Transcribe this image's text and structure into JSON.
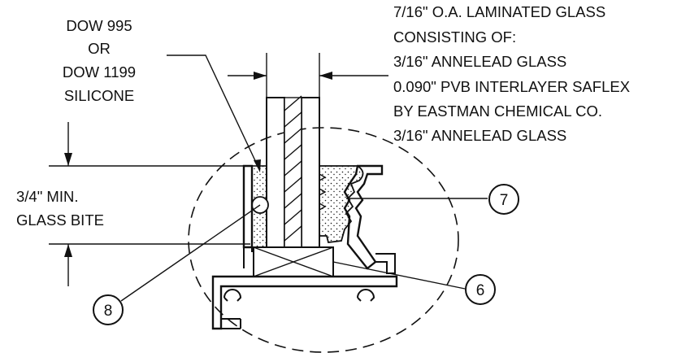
{
  "notes": {
    "sealant": [
      "DOW 995",
      "OR",
      "DOW 1199",
      "SILICONE"
    ],
    "glass_spec": [
      "7/16\" O.A. LAMINATED GLASS",
      "CONSISTING OF:",
      "3/16\" ANNELEAD GLASS",
      "0.090\" PVB INTERLAYER SAFLEX",
      "BY EASTMAN CHEMICAL CO.",
      "3/16\" ANNELEAD GLASS"
    ],
    "glass_bite": [
      "3/4\" MIN.",
      "GLASS BITE"
    ]
  },
  "callouts": {
    "seven": "7",
    "six": "6",
    "eight": "8"
  }
}
